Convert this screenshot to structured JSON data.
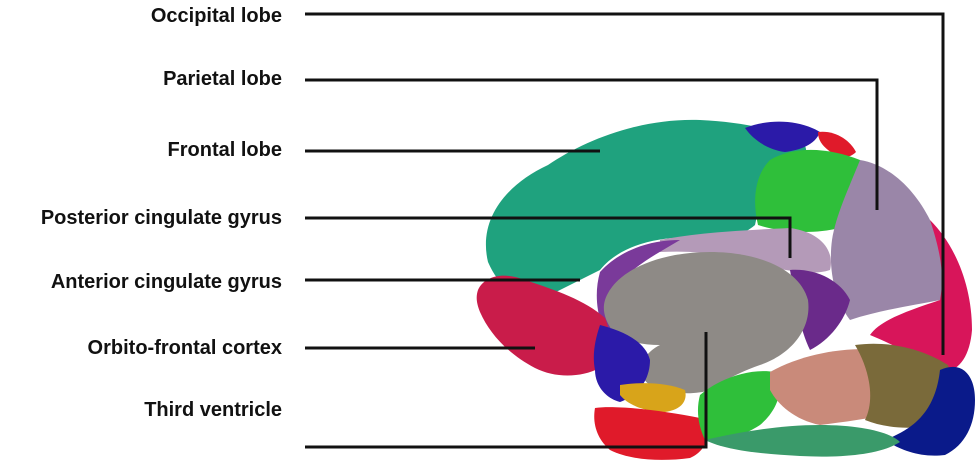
{
  "labels": {
    "occipital": "Occipital lobe",
    "parietal": "Parietal lobe",
    "frontal": "Frontal lobe",
    "posterior_cingulate": "Posterior cingulate gyrus",
    "anterior_cingulate": "Anterior cingulate gyrus",
    "orbitofrontal": "Orbito-frontal cortex",
    "third_ventricle": "Third ventricle"
  },
  "colors": {
    "frontal": "#1fa27e",
    "occipital": "#d8155a",
    "parietal": "#9a86a8",
    "posterior_cingulate": "#b49ab8",
    "anterior_cingulate": "#7a3a9a",
    "orbitofrontal": "#c91c4a",
    "corpus_callosum": "#8e8a86",
    "green_region": "#2fbf3a",
    "blue_region": "#2b1aa8",
    "temporal_salmon": "#c98a7a",
    "temporal_brown": "#7a6a3a",
    "red_region": "#e01a2a",
    "yellow_region": "#d8a41a",
    "navy_region": "#0a1a8a",
    "leader_line": "#111111"
  }
}
